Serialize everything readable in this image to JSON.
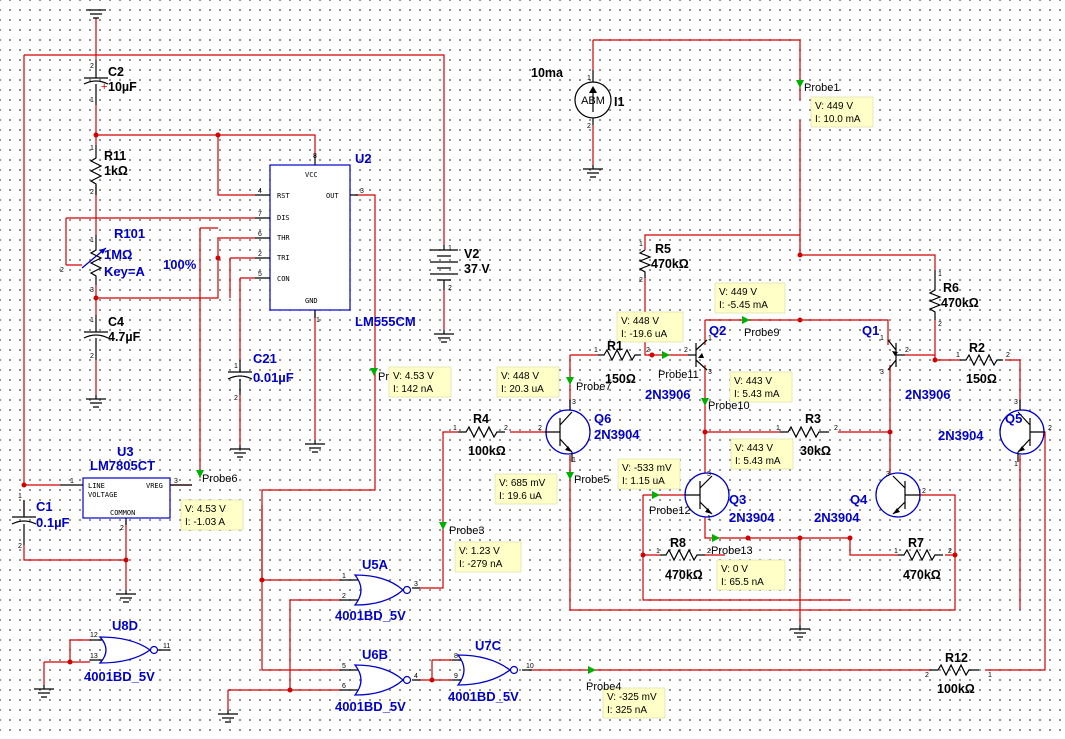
{
  "components": {
    "c2": {
      "ref": "C2",
      "value": "10µF"
    },
    "r11": {
      "ref": "R11",
      "value": "1kΩ"
    },
    "r101": {
      "ref": "R101",
      "value": "1MΩ",
      "key": "Key=A",
      "percent": "100%"
    },
    "c4": {
      "ref": "C4",
      "value": "4.7µF"
    },
    "u2": {
      "ref": "U2",
      "part": "LM555CM",
      "pins": {
        "vcc": "VCC",
        "rst": "RST",
        "out": "OUT",
        "dis": "DIS",
        "thr": "THR",
        "tri": "TRI",
        "con": "CON",
        "gnd": "GND"
      }
    },
    "c21": {
      "ref": "C21",
      "value": "0.01µF"
    },
    "v2": {
      "ref": "V2",
      "value": "37 V"
    },
    "u3": {
      "ref": "U3",
      "part": "LM7805CT",
      "pins": {
        "line1": "LINE",
        "line2": "VOLTAGE",
        "vreg": "VREG",
        "common": "COMMON"
      }
    },
    "c1": {
      "ref": "C1",
      "value": "0.1µF"
    },
    "u8d": {
      "ref": "U8D",
      "part": "4001BD_5V"
    },
    "u5a": {
      "ref": "U5A",
      "part": "4001BD_5V"
    },
    "u6b": {
      "ref": "U6B",
      "part": "4001BD_5V"
    },
    "u7c": {
      "ref": "U7C",
      "part": "4001BD_5V"
    },
    "i1": {
      "ref": "I1",
      "value": "10ma",
      "symbol": "ABM"
    },
    "r4": {
      "ref": "R4",
      "value": "100kΩ"
    },
    "q6": {
      "ref": "Q6",
      "part": "2N3904"
    },
    "r5": {
      "ref": "R5",
      "value": "470kΩ"
    },
    "r1": {
      "ref": "R1",
      "value": "150Ω"
    },
    "q2": {
      "ref": "Q2",
      "part": "2N3906"
    },
    "q1": {
      "ref": "Q1",
      "part": "2N3906"
    },
    "r6": {
      "ref": "R6",
      "value": "470kΩ"
    },
    "r2": {
      "ref": "R2",
      "value": "150Ω"
    },
    "q5": {
      "ref": "Q5",
      "part": "2N3904"
    },
    "r3": {
      "ref": "R3",
      "value": "30kΩ"
    },
    "q3": {
      "ref": "Q3",
      "part": "2N3904"
    },
    "q4": {
      "ref": "Q4",
      "part": "2N3904"
    },
    "r8": {
      "ref": "R8",
      "value": "470kΩ"
    },
    "r7": {
      "ref": "R7",
      "value": "470kΩ"
    },
    "r12": {
      "ref": "R12",
      "value": "100kΩ"
    }
  },
  "probes": {
    "p1": {
      "name": "Probe1",
      "v": "V: 449 V",
      "i": "I: 10.0 mA"
    },
    "p2": {
      "name": "Pr",
      "v": "V: 4.53 V",
      "i": "I: 142 nA"
    },
    "p3": {
      "name": "Probe3",
      "v": "V: 1.23 V",
      "i": "I: -279 nA"
    },
    "p4": {
      "name": "Probe4",
      "v": "V: -325 mV",
      "i": "I: 325 nA"
    },
    "p5": {
      "name": "Probe5",
      "v": "V: 685 mV",
      "i": "I: 19.6 uA"
    },
    "p6": {
      "name": "Probe6",
      "v": "V: 4.53 V",
      "i": "I: -1.03 A"
    },
    "p7": {
      "name": "Probe7",
      "v": "V: 448 V",
      "i": "I: 20.3 uA"
    },
    "p8": {
      "name": "",
      "v": "V: 448 V",
      "i": "I: -19.6 uA"
    },
    "p9": {
      "name": "Probe9",
      "v": "V: 449 V",
      "i": "I: -5.45 mA"
    },
    "p10": {
      "name": "Probe10",
      "v": "V: 443 V",
      "i": "I: 5.43 mA"
    },
    "p11": {
      "name": "Probe11",
      "v": "",
      "i": ""
    },
    "p12": {
      "name": "Probe12",
      "v": "V: -533 mV",
      "i": "I: 1.15 uA"
    },
    "p13": {
      "name": "Probe13",
      "v": "V: 0 V",
      "i": "I: 65.5 nA"
    },
    "p14": {
      "name": "",
      "v": "V: 443 V",
      "i": "I: 5.43 mA"
    }
  },
  "pin_numbers": [
    "1",
    "2",
    "3",
    "4",
    "5",
    "6",
    "7",
    "8",
    "9",
    "10",
    "11",
    "12",
    "13"
  ],
  "colors": {
    "wire": "#d40000",
    "component": "#0000c8",
    "label": "#0000c8",
    "probe": "#00b000",
    "note": "#ffffc8"
  }
}
